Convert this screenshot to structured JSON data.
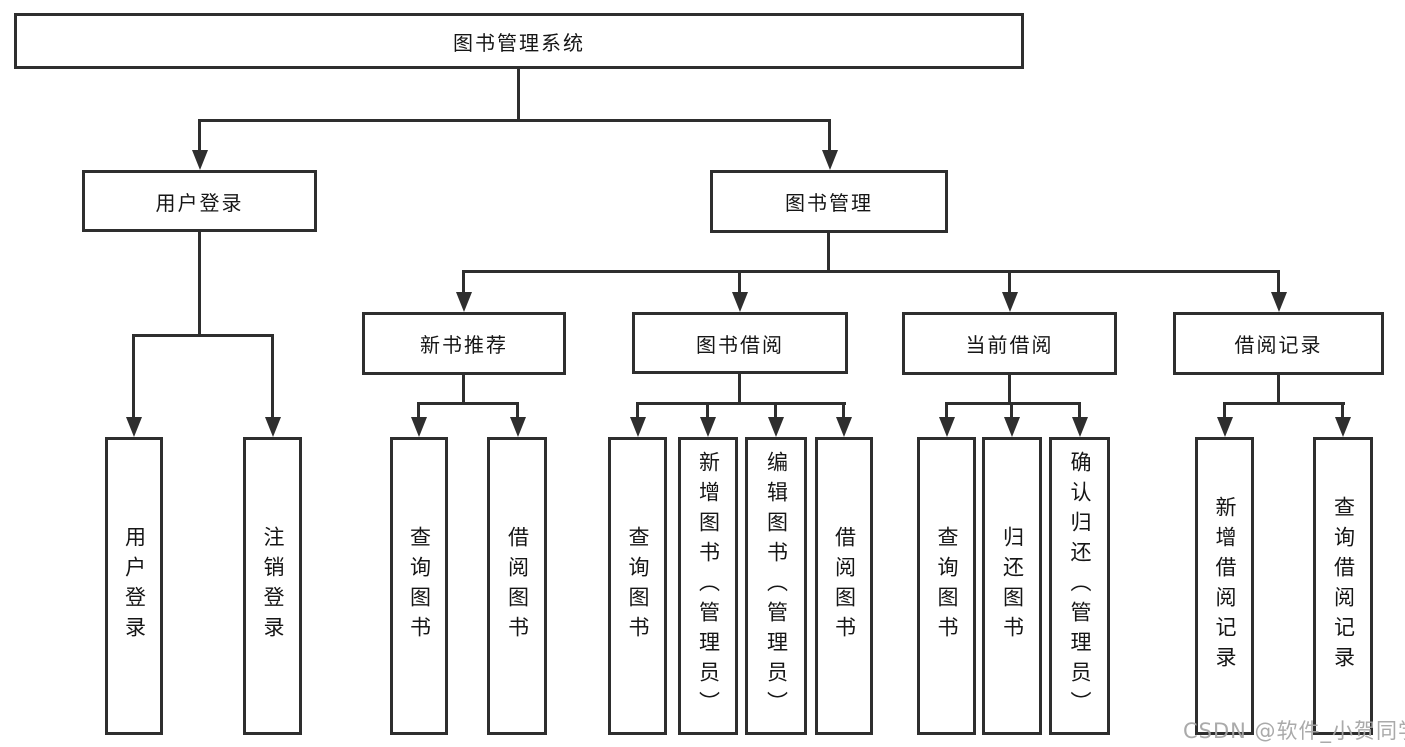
{
  "diagram": {
    "root": {
      "label": "图书管理系统"
    },
    "branches": [
      {
        "label": "用户登录",
        "children": [
          {
            "label": "用户登录"
          },
          {
            "label": "注销登录"
          }
        ]
      },
      {
        "label": "图书管理",
        "children": [
          {
            "label": "新书推荐",
            "children": [
              {
                "label": "查询图书"
              },
              {
                "label": "借阅图书"
              }
            ]
          },
          {
            "label": "图书借阅",
            "children": [
              {
                "label": "查询图书"
              },
              {
                "label": "新增图书（管理员）"
              },
              {
                "label": "编辑图书（管理员）"
              },
              {
                "label": "借阅图书"
              }
            ]
          },
          {
            "label": "当前借阅",
            "children": [
              {
                "label": "查询图书"
              },
              {
                "label": "归还图书"
              },
              {
                "label": "确认归还（管理员）"
              }
            ]
          },
          {
            "label": "借阅记录",
            "children": [
              {
                "label": "新增借阅记录"
              },
              {
                "label": "查询借阅记录"
              }
            ]
          }
        ]
      }
    ]
  },
  "watermark": {
    "text": "CSDN @软件_小贺同学"
  },
  "colors": {
    "line": "#2e2e2e",
    "text": "#161616",
    "watermark": "#a6a6a6",
    "background": "#ffffff"
  }
}
